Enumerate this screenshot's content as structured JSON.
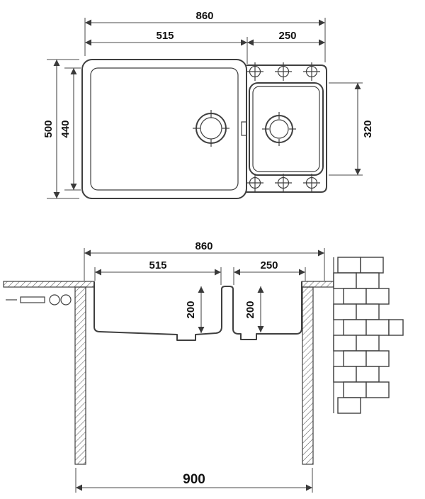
{
  "colors": {
    "background": "#ffffff",
    "line": "#3f3f3f",
    "dimension_line": "#4a4a4a",
    "text": "#121212"
  },
  "top_view": {
    "overall_width": "860",
    "main_section_width": "515",
    "wing_section_width": "250",
    "overall_depth": "500",
    "inner_depth": "440",
    "wing_bowl_depth": "320"
  },
  "section_view": {
    "overall_width": "860",
    "left_bowl_width": "515",
    "right_bowl_width": "250",
    "left_bowl_depth": "200",
    "right_bowl_depth": "200",
    "base_cabinet_width": "900"
  }
}
